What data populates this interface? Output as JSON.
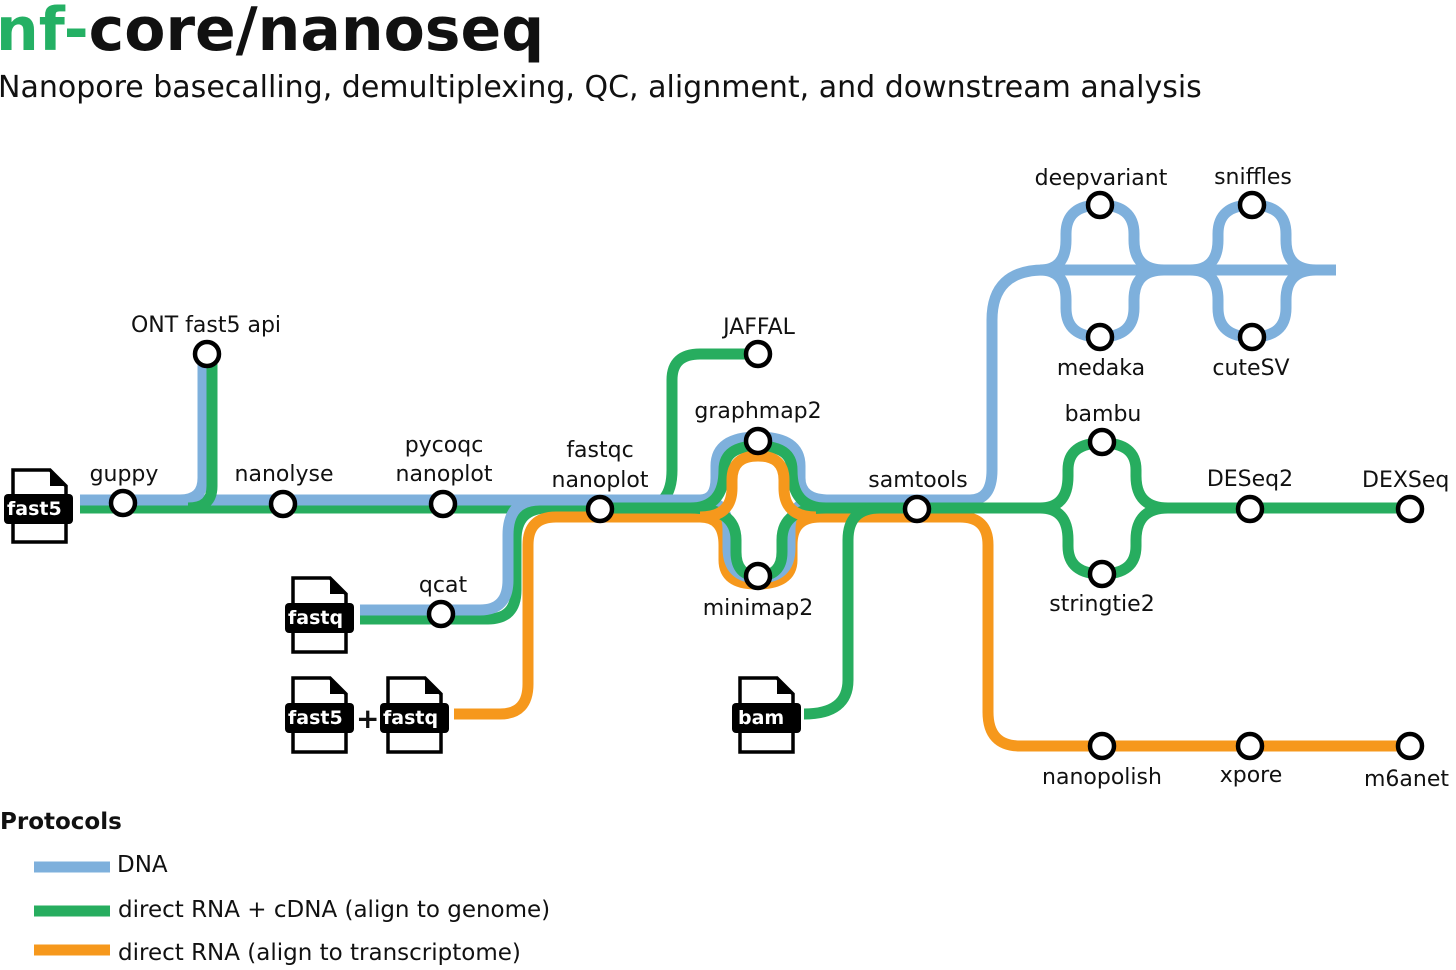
{
  "header": {
    "title_prefix": "nf-",
    "title_main": "core/nanoseq",
    "subtitle": "Nanopore basecalling, demultiplexing, QC, alignment, and downstream analysis"
  },
  "colors": {
    "dna": "#7eb0dc",
    "rna_genome": "#27ad5f",
    "rna_transcriptome": "#f6981c",
    "brand": "#24b064"
  },
  "files": {
    "fast5_main": "fast5",
    "fastq_qcat": "fastq",
    "fast5_pair": "fast5",
    "fastq_pair": "fastq",
    "plus": "+",
    "bam": "bam"
  },
  "nodes": {
    "guppy": "guppy",
    "ont_fast5_api": "ONT fast5 api",
    "nanolyse": "nanolyse",
    "pycoqc_1": "pycoqc",
    "pycoqc_2": "nanoplot",
    "fastqc_1": "fastqc",
    "fastqc_2": "nanoplot",
    "qcat": "qcat",
    "jaffal": "JAFFAL",
    "graphmap2": "graphmap2",
    "minimap2": "minimap2",
    "samtools": "samtools",
    "deepvariant": "deepvariant",
    "sniffles": "sniffles",
    "medaka": "medaka",
    "cutesv": "cuteSV",
    "bambu": "bambu",
    "stringtie2": "stringtie2",
    "deseq2": "DESeq2",
    "dexseq": "DEXSeq",
    "nanopolish": "nanopolish",
    "xpore": "xpore",
    "m6anet": "m6anet"
  },
  "legend": {
    "title": "Protocols",
    "items": [
      {
        "label": "DNA",
        "color": "#7eb0dc"
      },
      {
        "label": "direct RNA + cDNA (align to genome)",
        "color": "#27ad5f"
      },
      {
        "label": "direct RNA (align to transcriptome)",
        "color": "#f6981c"
      }
    ]
  }
}
